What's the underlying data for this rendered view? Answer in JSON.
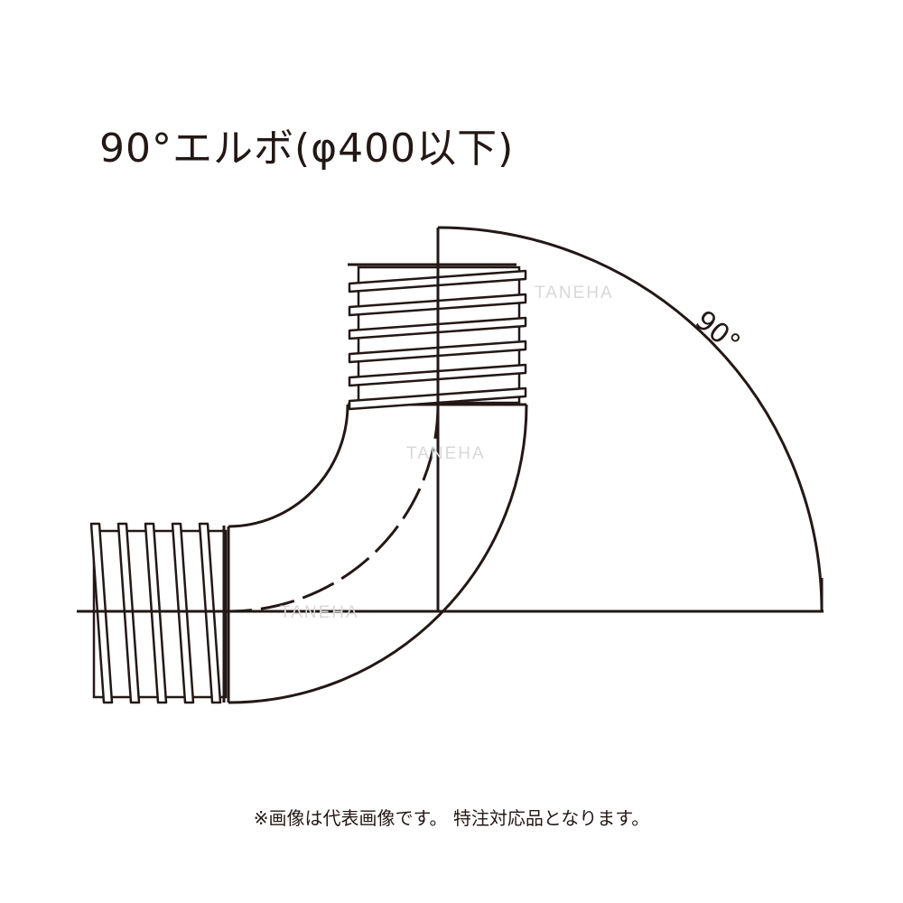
{
  "title": "90°エルボ(φ400以下)",
  "angle_label": "90°",
  "note": "※画像は代表画像です。 特注対応品となります。",
  "watermark": "TANEHA",
  "line_color": "#231815"
}
